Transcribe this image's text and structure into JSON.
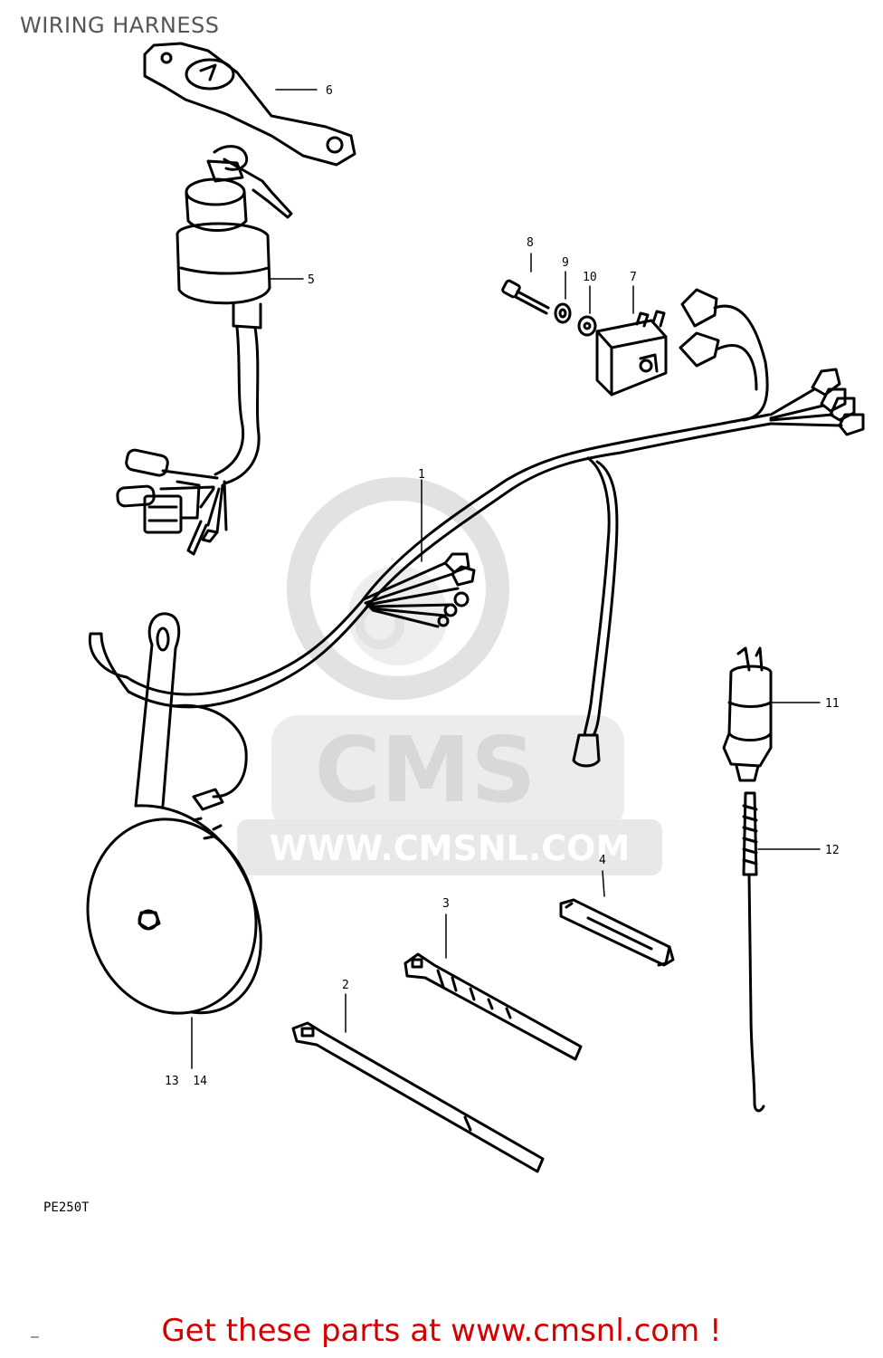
{
  "page": {
    "title": "WIRING HARNESS",
    "model_label": "PE250T",
    "dash": "–",
    "cta": "Get these parts at www.cmsnl.com !",
    "cta_color": "#d40000"
  },
  "watermark": {
    "brand": "CMS",
    "url": "WWW.CMSNL.COM",
    "color": "#e4e4e4"
  },
  "callouts": {
    "p1": "1",
    "p2": "2",
    "p3": "3",
    "p4": "4",
    "p5": "5",
    "p6": "6",
    "p7": "7",
    "p8": "8",
    "p9": "9",
    "p10": "10",
    "p11": "11",
    "p12": "12",
    "p13_14": "13  14"
  }
}
